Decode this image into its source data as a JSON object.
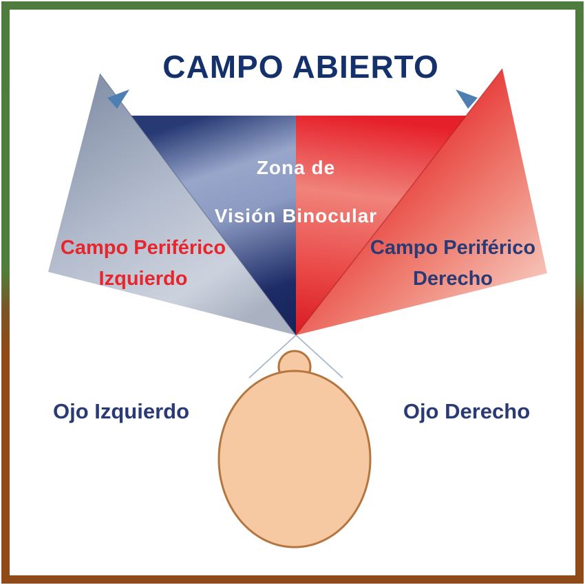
{
  "title": "CAMPO ABIERTO",
  "diagram": {
    "binocular_zone": {
      "line1": "Zona de",
      "line2": "Visión Binocular"
    },
    "left_peripheral": {
      "line1": "Campo Periférico",
      "line2": "Izquierdo"
    },
    "right_peripheral": {
      "line1": "Campo Periférico",
      "line2": "Derecho"
    },
    "left_eye": "Ojo Izquierdo",
    "right_eye": "Ojo Derecho"
  },
  "colors": {
    "frame_green": "#4d7c3e",
    "frame_brown": "#8e4a18",
    "title_navy": "#14316b",
    "binocular_left_navy": "#22356d",
    "binocular_right_red": "#e21f27",
    "peripheral_left_gray": "#aab4c8",
    "peripheral_right_pink": "#ef8a7c",
    "label_red": "#e8242c",
    "label_navy": "#2a3a74",
    "zone_text_white": "#ffffff",
    "head_skin": "#f6c9a3",
    "head_outline": "#b5753f",
    "sight_line_blue": "#9fb2c6",
    "arrow_blue": "#4d7fb3"
  }
}
